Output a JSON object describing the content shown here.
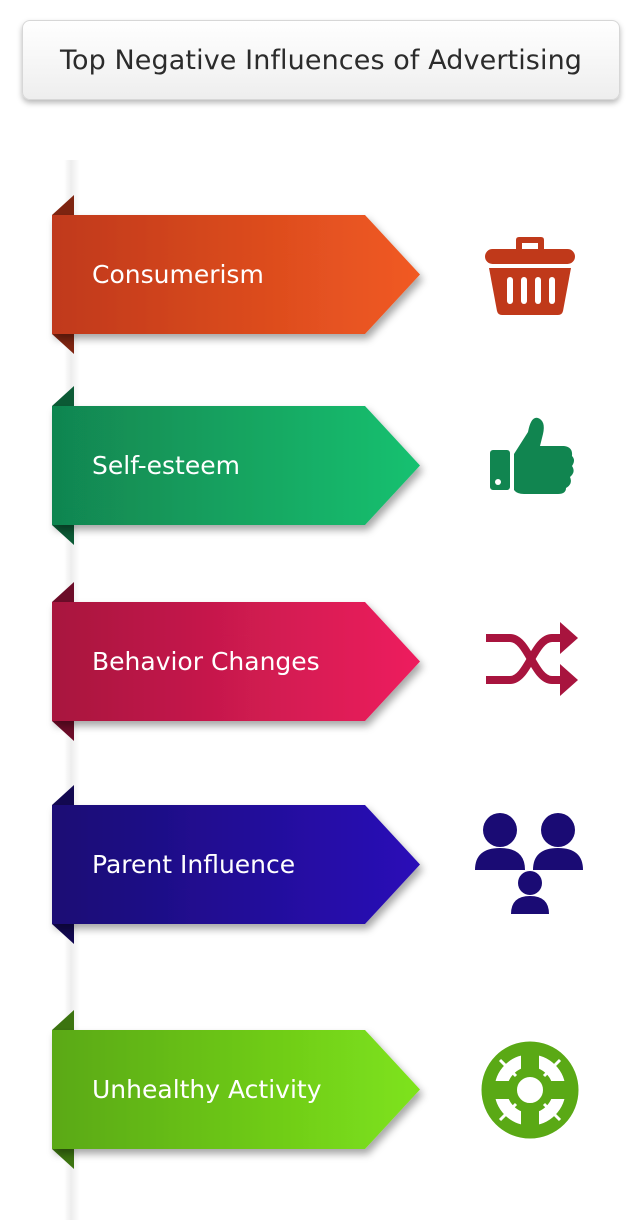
{
  "title": "Top Negative Influences of Advertising",
  "items": [
    {
      "label": "Consumerism",
      "icon": "shopping-basket-icon",
      "color_start": "#c0391a",
      "color_end": "#f15a22",
      "fold_color": "#7e2410"
    },
    {
      "label": "Self-esteem",
      "icon": "thumbs-up-icon",
      "color_start": "#118550",
      "color_end": "#16c170",
      "fold_color": "#0b5a35"
    },
    {
      "label": "Behavior Changes",
      "icon": "shuffle-icon",
      "color_start": "#a8143e",
      "color_end": "#ee1f5e",
      "fold_color": "#6c0c28"
    },
    {
      "label": "Parent Influence",
      "icon": "group-users-icon",
      "color_start": "#1a0b74",
      "color_end": "#2a11b8",
      "fold_color": "#120850"
    },
    {
      "label": "Unhealthy Activity",
      "icon": "lifebuoy-icon",
      "color_start": "#5aa915",
      "color_end": "#7ee31b",
      "fold_color": "#3c7410"
    }
  ]
}
